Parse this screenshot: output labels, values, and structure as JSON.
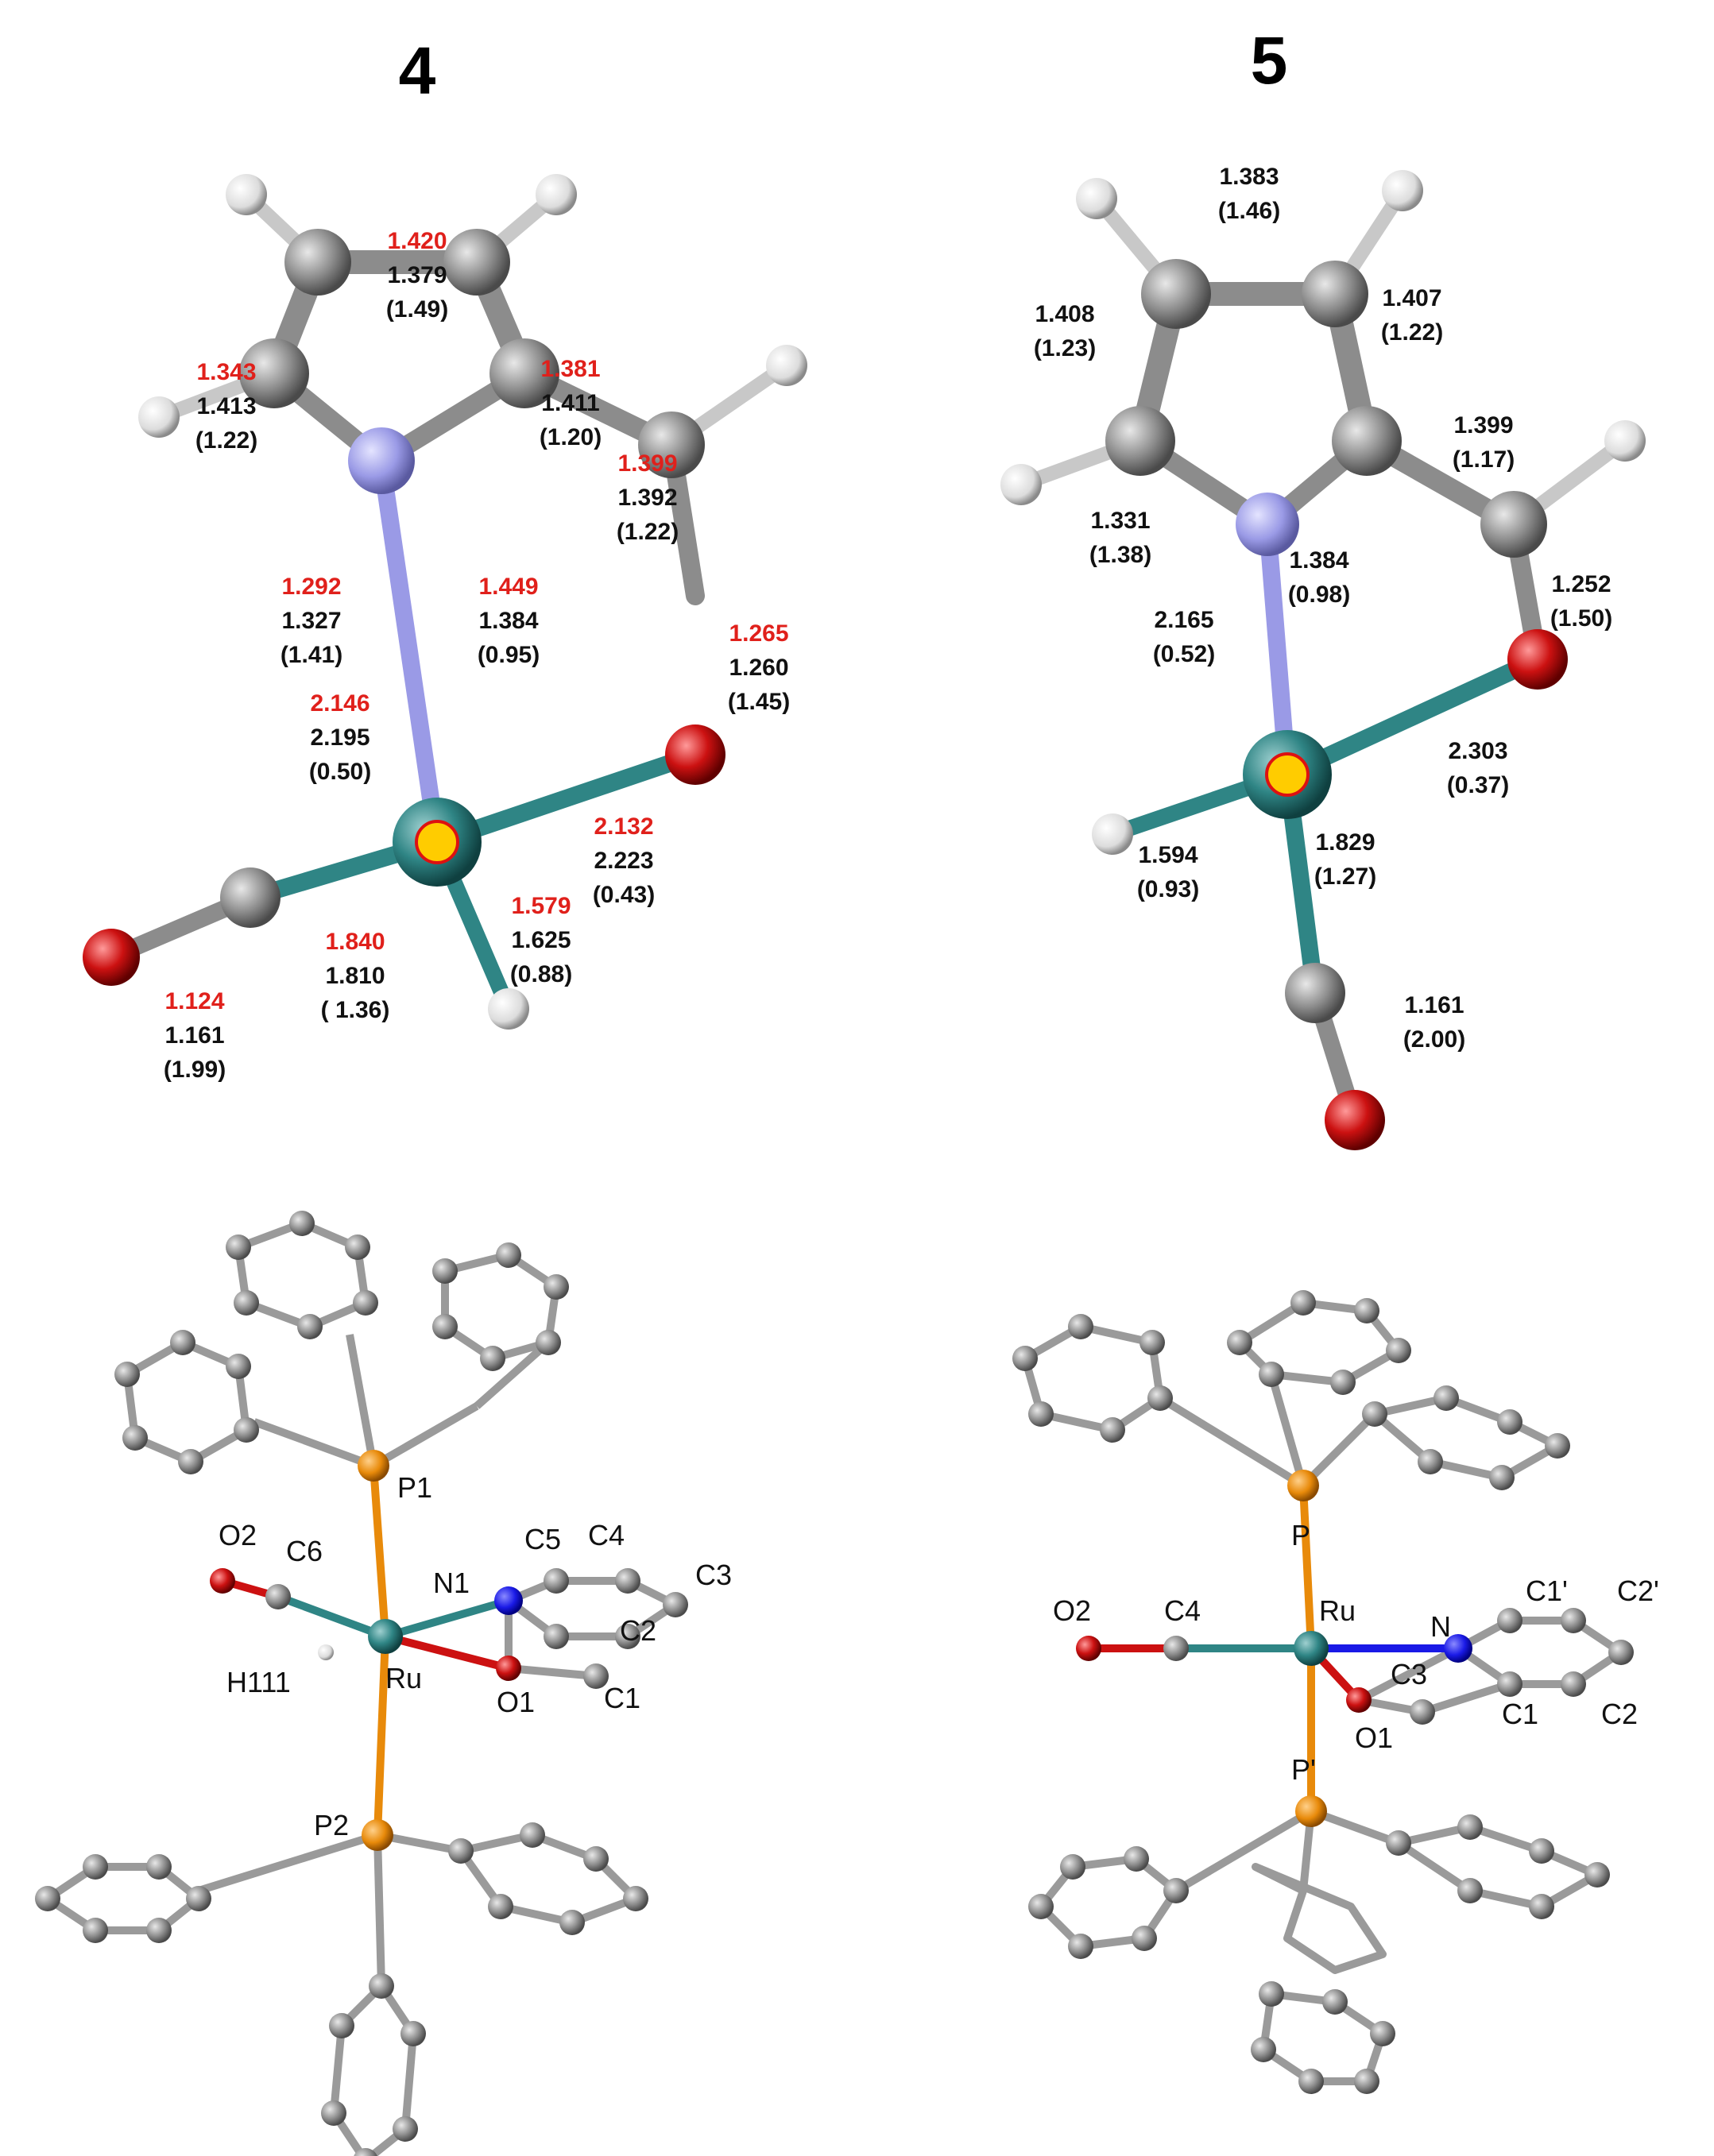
{
  "colors": {
    "carbon": "#8c8c8c",
    "hydrogen": "#e6e6e6",
    "nitrogen_dft": "#9a9ae6",
    "oxygen": "#cc1111",
    "ruthenium": "#2f8585",
    "highlight": "#ffcc00",
    "red_value": "#e0201b",
    "black_value": "#111111",
    "phosphorus": "#e88a0a",
    "nitrogen_xray": "#1a1ae6",
    "bond_grey": "#9a9a9a"
  },
  "panel_4": {
    "title": "4",
    "bonds": {
      "c3c4": {
        "red": "1.420",
        "calc": "1.379",
        "wbi": "(1.49)"
      },
      "c4c5": {
        "red": "1.343",
        "calc": "1.413",
        "wbi": "(1.22)"
      },
      "c2c3": {
        "red": "1.381",
        "calc": "1.411",
        "wbi": "(1.20)"
      },
      "c2c1": {
        "red": "1.399",
        "calc": "1.392",
        "wbi": "(1.22)"
      },
      "c5n": {
        "red": "1.292",
        "calc": "1.327",
        "wbi": "(1.41)"
      },
      "nc2": {
        "red": "1.449",
        "calc": "1.384",
        "wbi": "(0.95)"
      },
      "co": {
        "red": "1.265",
        "calc": "1.260",
        "wbi": "(1.45)"
      },
      "run": {
        "red": "2.146",
        "calc": "2.195",
        "wbi": "(0.50)"
      },
      "ruo": {
        "red": "2.132",
        "calc": "2.223",
        "wbi": "(0.43)"
      },
      "ruh": {
        "red": "1.579",
        "calc": "1.625",
        "wbi": "(0.88)"
      },
      "ruc": {
        "red": "1.840",
        "calc": "1.810",
        "wbi": "( 1.36)"
      },
      "cocarbonyl": {
        "red": "1.124",
        "calc": "1.161",
        "wbi": "(1.99)"
      }
    }
  },
  "panel_5": {
    "title": "5",
    "bonds": {
      "c3c4": {
        "calc": "1.383",
        "wbi": "(1.46)"
      },
      "c4c5": {
        "calc": "1.408",
        "wbi": "(1.23)"
      },
      "c2c3": {
        "calc": "1.407",
        "wbi": "(1.22)"
      },
      "c2c1": {
        "calc": "1.399",
        "wbi": "(1.17)"
      },
      "c5n": {
        "calc": "1.331",
        "wbi": "(1.38)"
      },
      "nc2": {
        "calc": "1.384",
        "wbi": "(0.98)"
      },
      "co": {
        "calc": "1.252",
        "wbi": "(1.50)"
      },
      "run": {
        "calc": "2.165",
        "wbi": "(0.52)"
      },
      "ruo": {
        "calc": "2.303",
        "wbi": "(0.37)"
      },
      "ruh": {
        "calc": "1.594",
        "wbi": "(0.93)"
      },
      "ruc": {
        "calc": "1.829",
        "wbi": "(1.27)"
      },
      "cocarbonyl": {
        "calc": "1.161",
        "wbi": "(2.00)"
      }
    }
  },
  "xray_4": {
    "labels": {
      "p1": "P1",
      "p2": "P2",
      "o2": "O2",
      "c6": "C6",
      "n1": "N1",
      "c5": "C5",
      "c4": "C4",
      "c3": "C3",
      "c2": "C2",
      "c1": "C1",
      "o1": "O1",
      "ru": "Ru",
      "h111": "H111"
    }
  },
  "xray_5": {
    "labels": {
      "p": "P",
      "pp": "P'",
      "o2": "O2",
      "c4": "C4",
      "ru": "Ru",
      "n": "N",
      "c1p": "C1'",
      "c2p": "C2'",
      "c3": "C3",
      "c1": "C1",
      "c2": "C2",
      "o1": "O1"
    }
  }
}
